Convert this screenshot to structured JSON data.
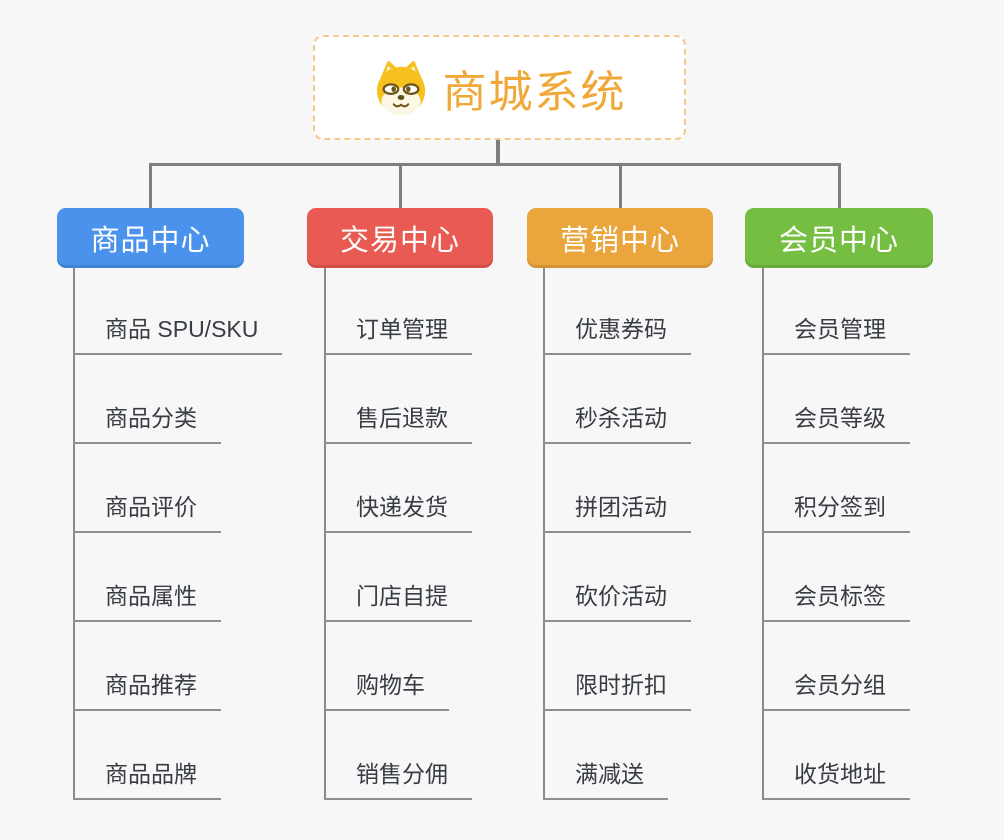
{
  "root": {
    "title": "商城系统",
    "icon": "shiba-dog-icon"
  },
  "branches": [
    {
      "label": "商品中心",
      "color": "#4B92EC",
      "items": [
        "商品 SPU/SKU",
        "商品分类",
        "商品评价",
        "商品属性",
        "商品推荐",
        "商品品牌"
      ]
    },
    {
      "label": "交易中心",
      "color": "#E85A52",
      "items": [
        "订单管理",
        "售后退款",
        "快递发货",
        "门店自提",
        "购物车",
        "销售分佣"
      ]
    },
    {
      "label": "营销中心",
      "color": "#EAA63C",
      "items": [
        "优惠券码",
        "秒杀活动",
        "拼团活动",
        "砍价活动",
        "限时折扣",
        "满减送"
      ]
    },
    {
      "label": "会员中心",
      "color": "#76BE41",
      "items": [
        "会员管理",
        "会员等级",
        "积分签到",
        "会员标签",
        "会员分组",
        "收货地址"
      ]
    }
  ],
  "colors": {
    "background": "#F7F7F8",
    "connector": "#7E7E7E",
    "underline": "#8F8F8F",
    "leaf_text": "#383C43",
    "root_text": "#F0A838",
    "root_border": "#F5C98B"
  }
}
